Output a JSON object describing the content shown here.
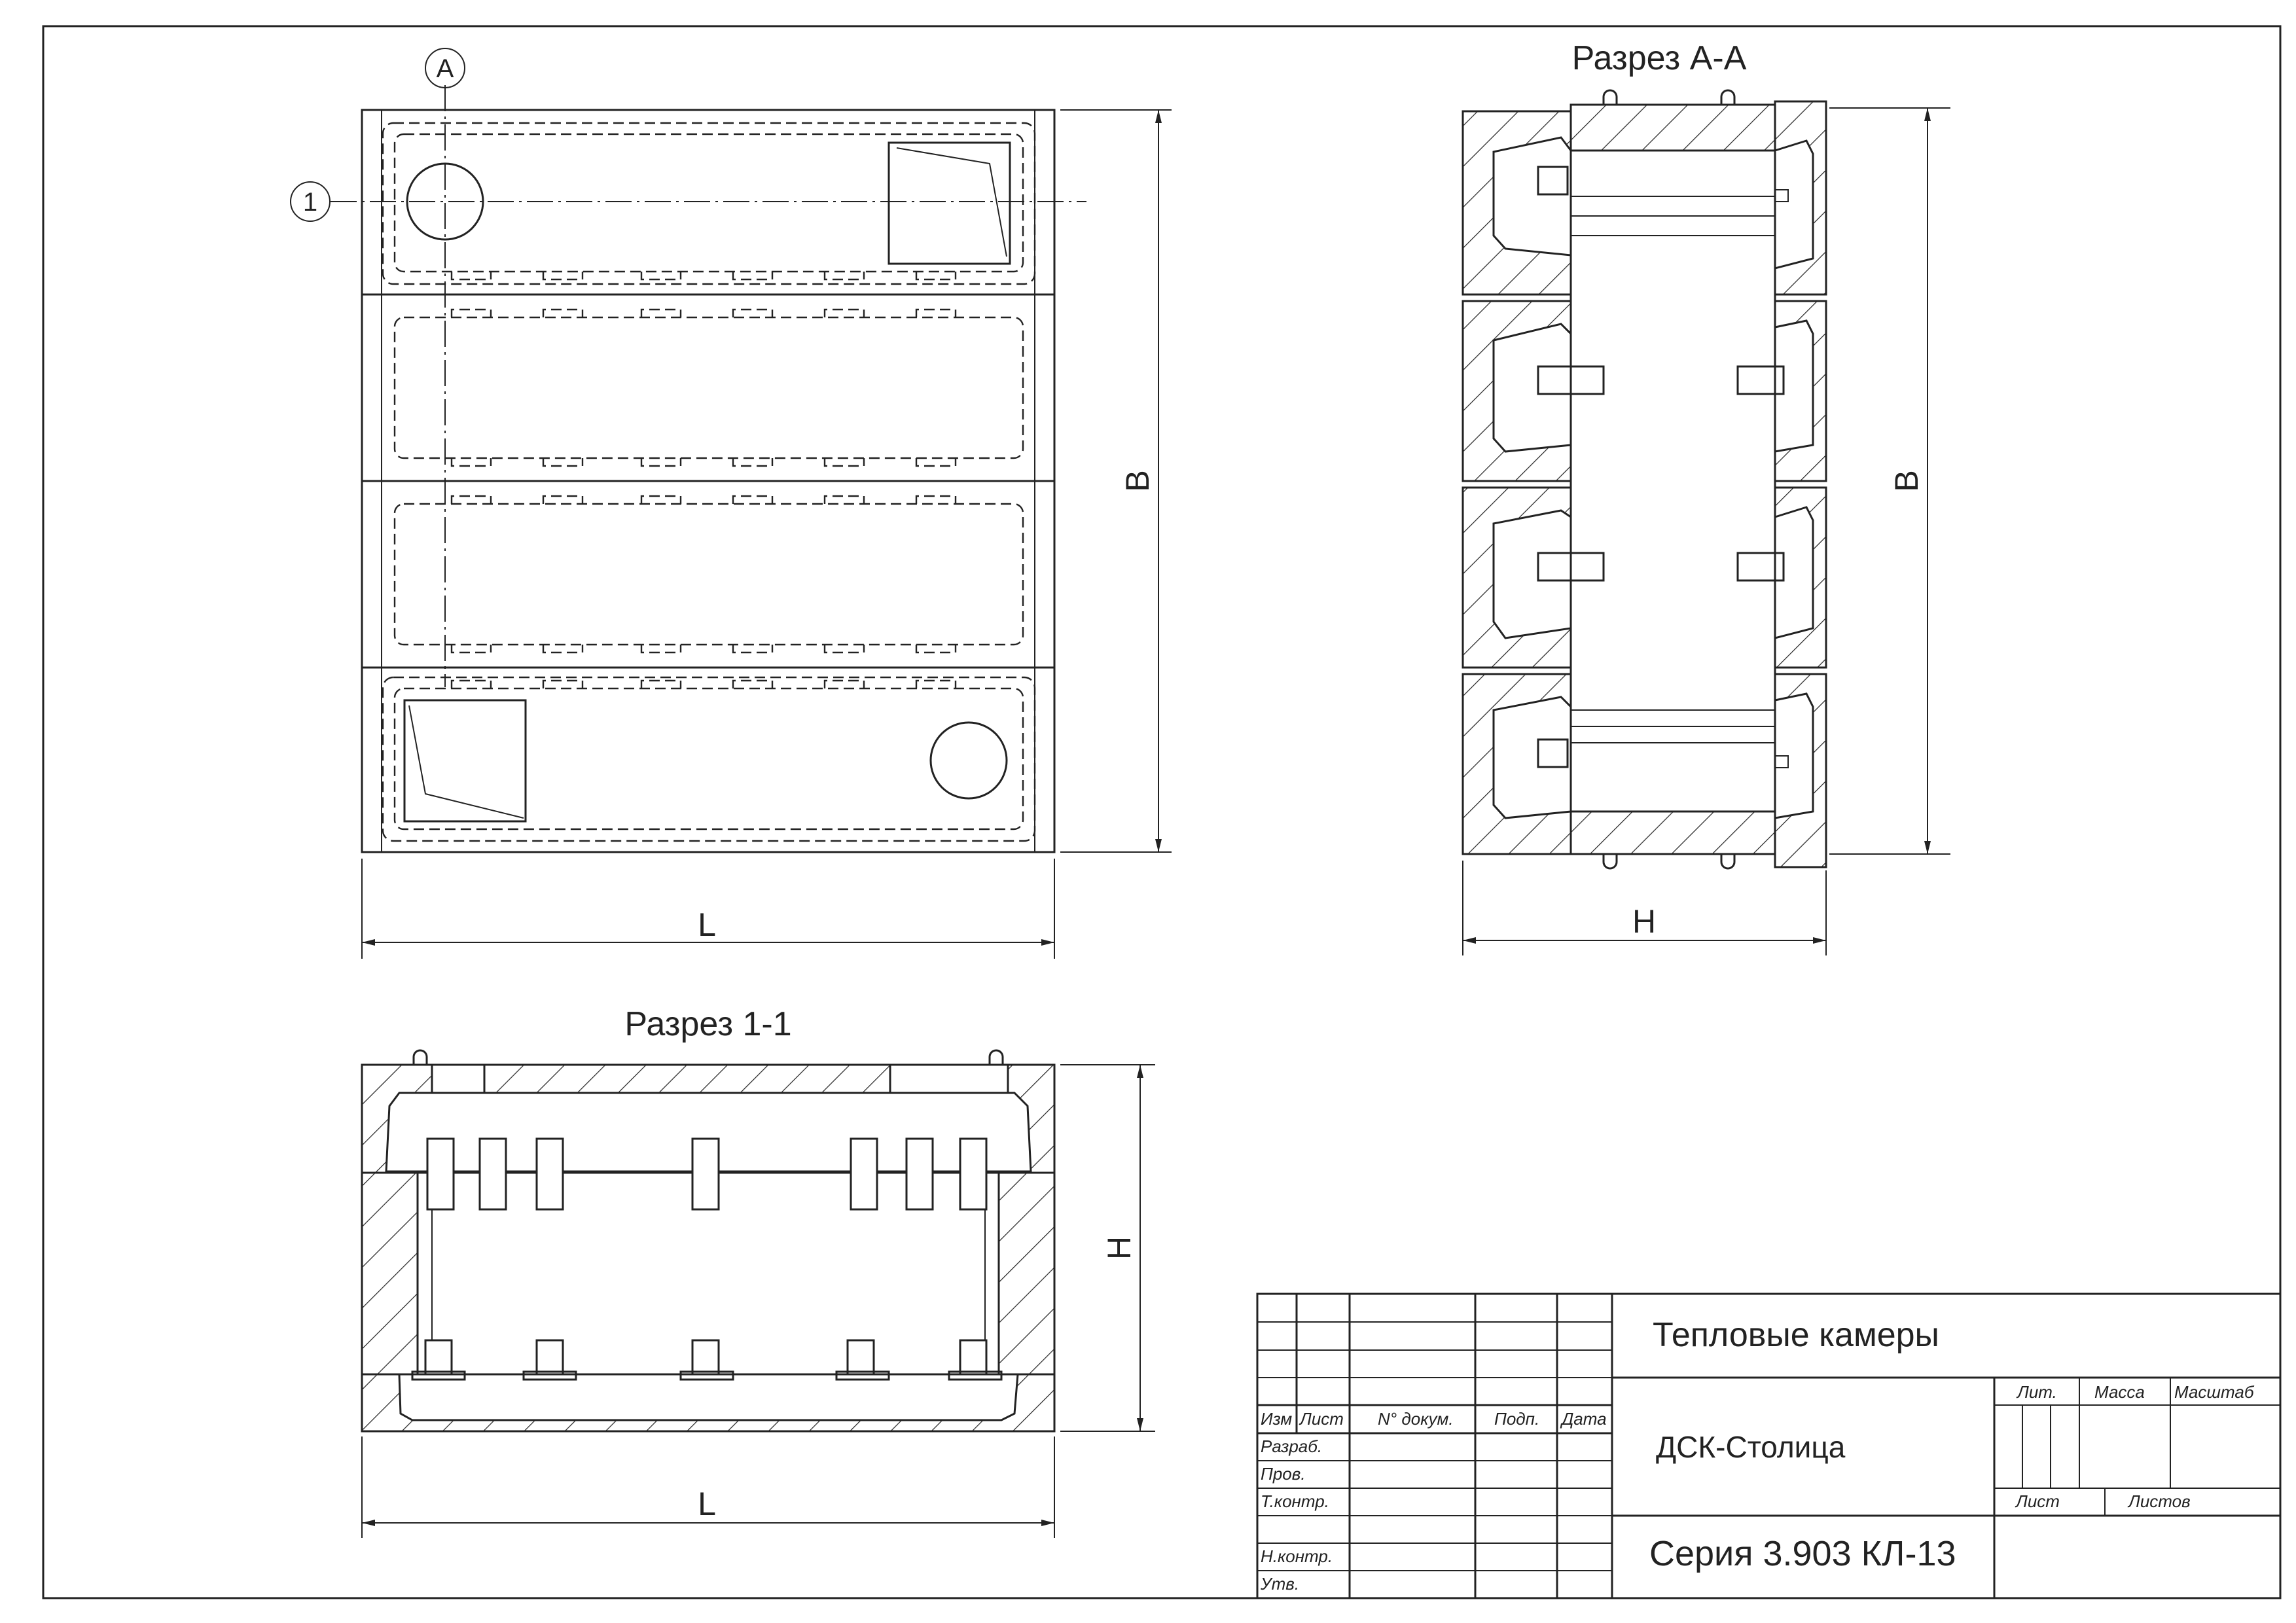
{
  "views": {
    "section_aa_title": "Разрез А-А",
    "section_11_title": "Разрез 1-1",
    "plan": {
      "marker_a": "А",
      "marker_1": "1",
      "dim_length": "L",
      "dim_width": "B"
    },
    "section_aa": {
      "dim_width": "B",
      "dim_height": "H"
    },
    "section_11": {
      "dim_length": "L",
      "dim_height": "H"
    }
  },
  "title_block": {
    "title": "Тепловые камеры",
    "organization": "ДСК-Столица",
    "series": "Серия 3.903 КЛ-13",
    "headers": {
      "izm": "Изм",
      "list": "Лист",
      "doc_no": "N° докум.",
      "sign": "Подп.",
      "date": "Дата"
    },
    "roles": {
      "developed": "Разраб.",
      "checked": "Пров.",
      "tech_control": "Т.контр.",
      "norm_control": "Н.контр.",
      "approved": "Утв."
    },
    "stamp": {
      "lit": "Лит.",
      "mass": "Масса",
      "scale": "Масштаб",
      "sheet": "Лист",
      "sheets": "Листов"
    }
  }
}
